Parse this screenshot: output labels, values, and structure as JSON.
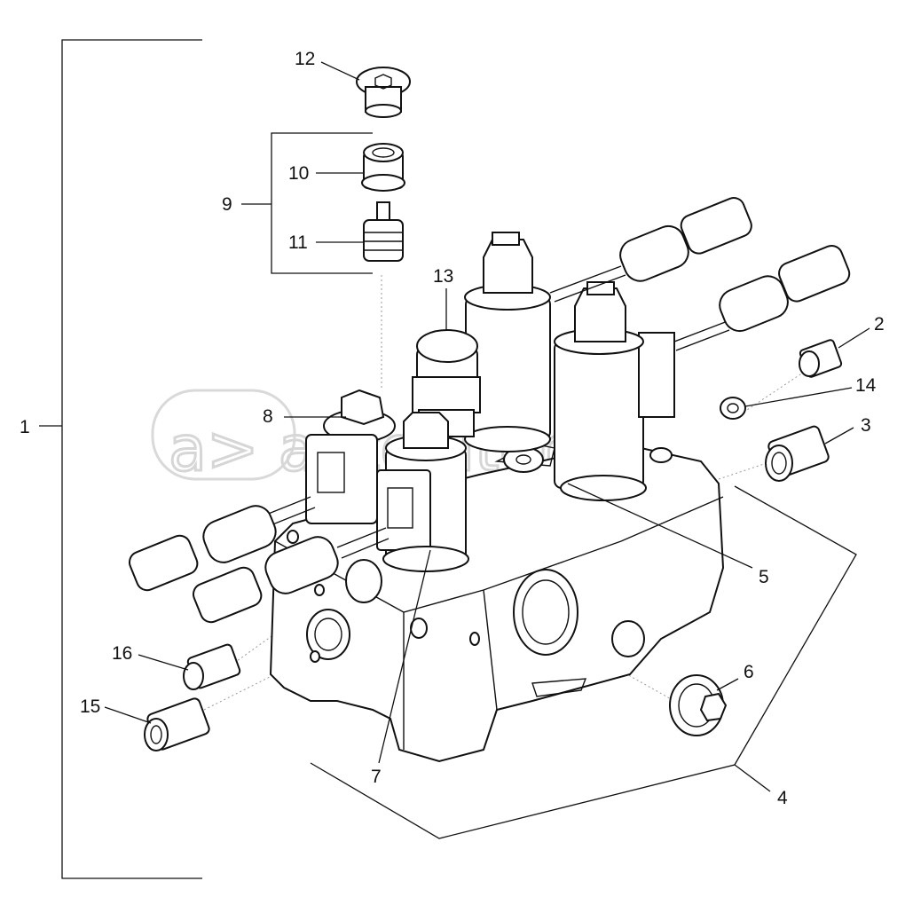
{
  "watermark": {
    "text": "a> autopiter.ru"
  },
  "callouts": [
    {
      "label": "1"
    },
    {
      "label": "2"
    },
    {
      "label": "3"
    },
    {
      "label": "4"
    },
    {
      "label": "5"
    },
    {
      "label": "6"
    },
    {
      "label": "7"
    },
    {
      "label": "8"
    },
    {
      "label": "9"
    },
    {
      "label": "10"
    },
    {
      "label": "11"
    },
    {
      "label": "12"
    },
    {
      "label": "13"
    },
    {
      "label": "14"
    },
    {
      "label": "15"
    },
    {
      "label": "16"
    }
  ],
  "colors": {
    "line": "#111111",
    "background": "#ffffff",
    "watermark": "#d6d6d6"
  }
}
